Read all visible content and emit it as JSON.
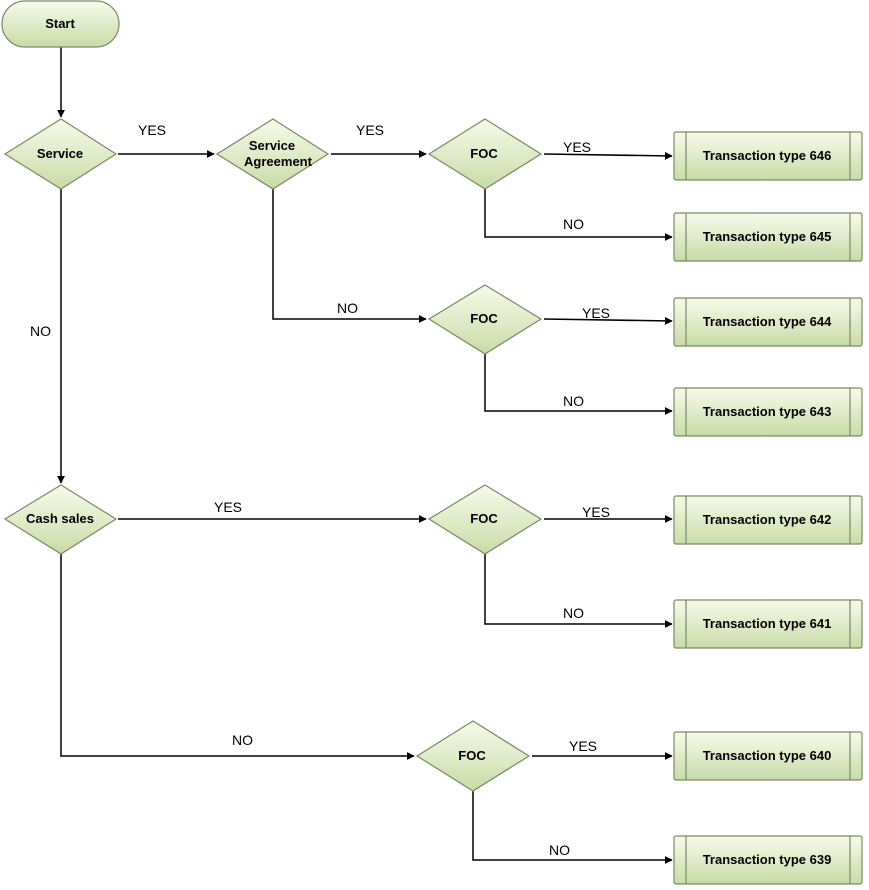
{
  "diagram": {
    "colors": {
      "fill_top": "#f7fbea",
      "fill_bottom": "#c9dba7",
      "stroke": "#7a8a62",
      "line": "#000000"
    },
    "nodes": {
      "start": {
        "label": "Start",
        "shape": "terminator"
      },
      "service": {
        "label": "Service",
        "shape": "decision"
      },
      "service_agreement": {
        "label_line1": "Service",
        "label_line2": "Agreement",
        "shape": "decision"
      },
      "foc_1": {
        "label": "FOC",
        "shape": "decision"
      },
      "foc_2": {
        "label": "FOC",
        "shape": "decision"
      },
      "cash_sales": {
        "label": "Cash sales",
        "shape": "decision"
      },
      "foc_3": {
        "label": "FOC",
        "shape": "decision"
      },
      "foc_4": {
        "label": "FOC",
        "shape": "decision"
      },
      "tt_646": {
        "label": "Transaction type 646",
        "shape": "predefined-process"
      },
      "tt_645": {
        "label": "Transaction type 645",
        "shape": "predefined-process"
      },
      "tt_644": {
        "label": "Transaction type 644",
        "shape": "predefined-process"
      },
      "tt_643": {
        "label": "Transaction type 643",
        "shape": "predefined-process"
      },
      "tt_642": {
        "label": "Transaction type 642",
        "shape": "predefined-process"
      },
      "tt_641": {
        "label": "Transaction type 641",
        "shape": "predefined-process"
      },
      "tt_640": {
        "label": "Transaction type 640",
        "shape": "predefined-process"
      },
      "tt_639": {
        "label": "Transaction type 639",
        "shape": "predefined-process"
      }
    },
    "edges": {
      "start_service": {
        "from": "start",
        "to": "service",
        "label": ""
      },
      "service_sa": {
        "from": "service",
        "to": "service_agreement",
        "label": "YES"
      },
      "sa_foc1": {
        "from": "service_agreement",
        "to": "foc_1",
        "label": "YES"
      },
      "foc1_646": {
        "from": "foc_1",
        "to": "tt_646",
        "label": "YES"
      },
      "foc1_645": {
        "from": "foc_1",
        "to": "tt_645",
        "label": "NO"
      },
      "sa_foc2": {
        "from": "service_agreement",
        "to": "foc_2",
        "label": "NO"
      },
      "foc2_644": {
        "from": "foc_2",
        "to": "tt_644",
        "label": "YES"
      },
      "foc2_643": {
        "from": "foc_2",
        "to": "tt_643",
        "label": "NO"
      },
      "service_cash": {
        "from": "service",
        "to": "cash_sales",
        "label": "NO"
      },
      "cash_foc3": {
        "from": "cash_sales",
        "to": "foc_3",
        "label": "YES"
      },
      "foc3_642": {
        "from": "foc_3",
        "to": "tt_642",
        "label": "YES"
      },
      "foc3_641": {
        "from": "foc_3",
        "to": "tt_641",
        "label": "NO"
      },
      "cash_foc4": {
        "from": "cash_sales",
        "to": "foc_4",
        "label": "NO"
      },
      "foc4_640": {
        "from": "foc_4",
        "to": "tt_640",
        "label": "YES"
      },
      "foc4_639": {
        "from": "foc_4",
        "to": "tt_639",
        "label": "NO"
      }
    }
  }
}
